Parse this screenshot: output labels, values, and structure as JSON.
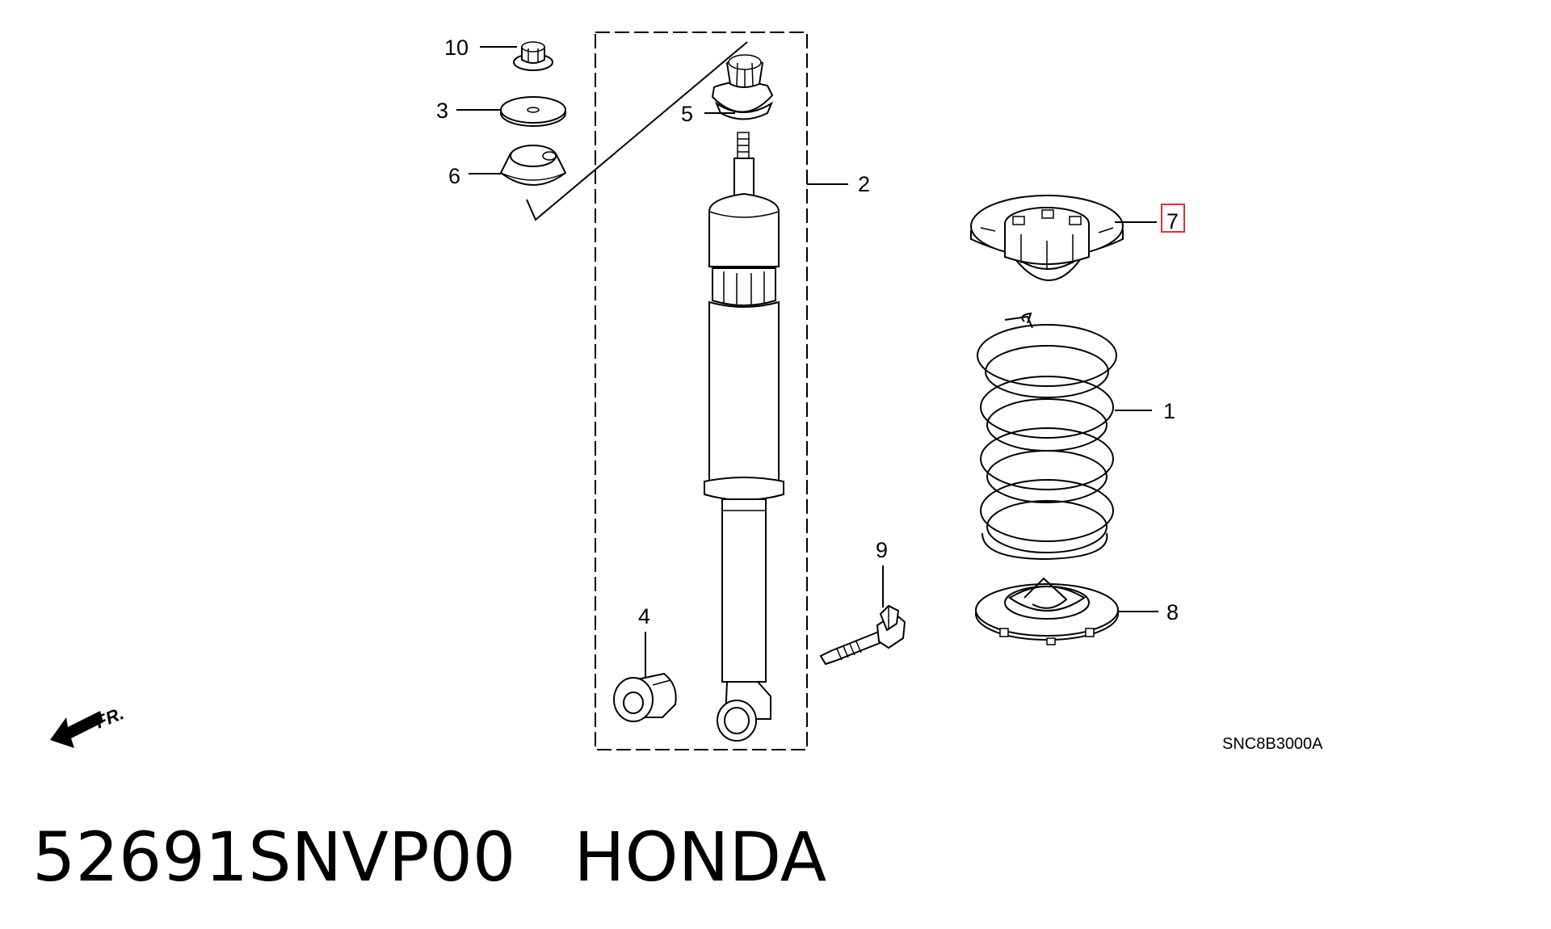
{
  "diagram": {
    "callouts": {
      "p1": "1",
      "p2": "2",
      "p3": "3",
      "p4": "4",
      "p5": "5",
      "p6": "6",
      "p7": "7",
      "p8": "8",
      "p9": "9",
      "p10": "10"
    },
    "front_indicator": "FR.",
    "diagram_code": "SNC8B3000A",
    "highlighted_callout": "7",
    "highlight_color": "#e03030"
  },
  "footer": {
    "part_number": "52691SNVP00",
    "brand": "HONDA"
  }
}
